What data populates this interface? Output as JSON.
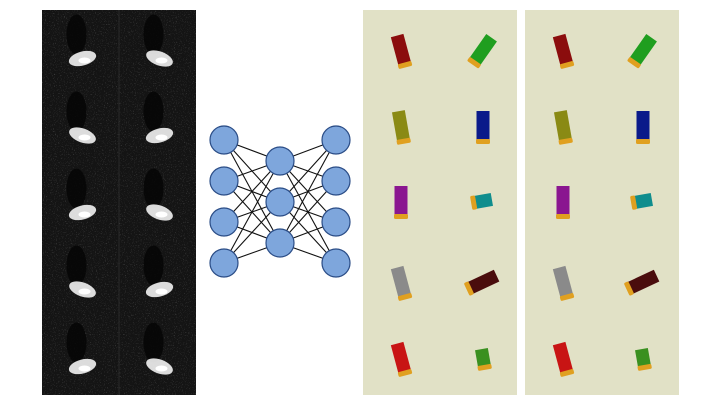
{
  "sonar_panel": {
    "background": "#141414",
    "tile_count": 10,
    "columns": 2,
    "rows": 5
  },
  "network": {
    "layers": [
      4,
      3,
      4
    ],
    "node_fill": "#7ea6dc",
    "node_stroke": "#2a4c86",
    "edge_color": "#111111"
  },
  "render_panels": {
    "background": "#e1e1c6",
    "count": 2
  },
  "objects": [
    {
      "row": 0,
      "col": 0,
      "color": "#8b0d0d",
      "cap": "#e0a020",
      "angle": -15,
      "length": "long"
    },
    {
      "row": 0,
      "col": 1,
      "color": "#1f9e1f",
      "cap": "#e0a020",
      "angle": 35,
      "length": "long"
    },
    {
      "row": 1,
      "col": 0,
      "color": "#8a8a14",
      "cap": "#e0a020",
      "angle": -10,
      "length": "long"
    },
    {
      "row": 1,
      "col": 1,
      "color": "#0a1a8a",
      "cap": "#e0a020",
      "angle": 0,
      "length": "long"
    },
    {
      "row": 2,
      "col": 0,
      "color": "#8a1690",
      "cap": "#e0a020",
      "angle": 0,
      "length": "long"
    },
    {
      "row": 2,
      "col": 1,
      "color": "#0f8d8d",
      "cap": "#e0a020",
      "angle": 80,
      "length": "short"
    },
    {
      "row": 3,
      "col": 0,
      "color": "#8a8a8a",
      "cap": "#e0a020",
      "angle": -15,
      "length": "long"
    },
    {
      "row": 3,
      "col": 1,
      "color": "#4a0d0d",
      "cap": "#e0a020",
      "angle": 65,
      "length": "long"
    },
    {
      "row": 4,
      "col": 0,
      "color": "#c81414",
      "cap": "#e0a020",
      "angle": -15,
      "length": "long"
    },
    {
      "row": 4,
      "col": 1,
      "color": "#3a9020",
      "cap": "#e0a020",
      "angle": -10,
      "length": "short"
    }
  ]
}
